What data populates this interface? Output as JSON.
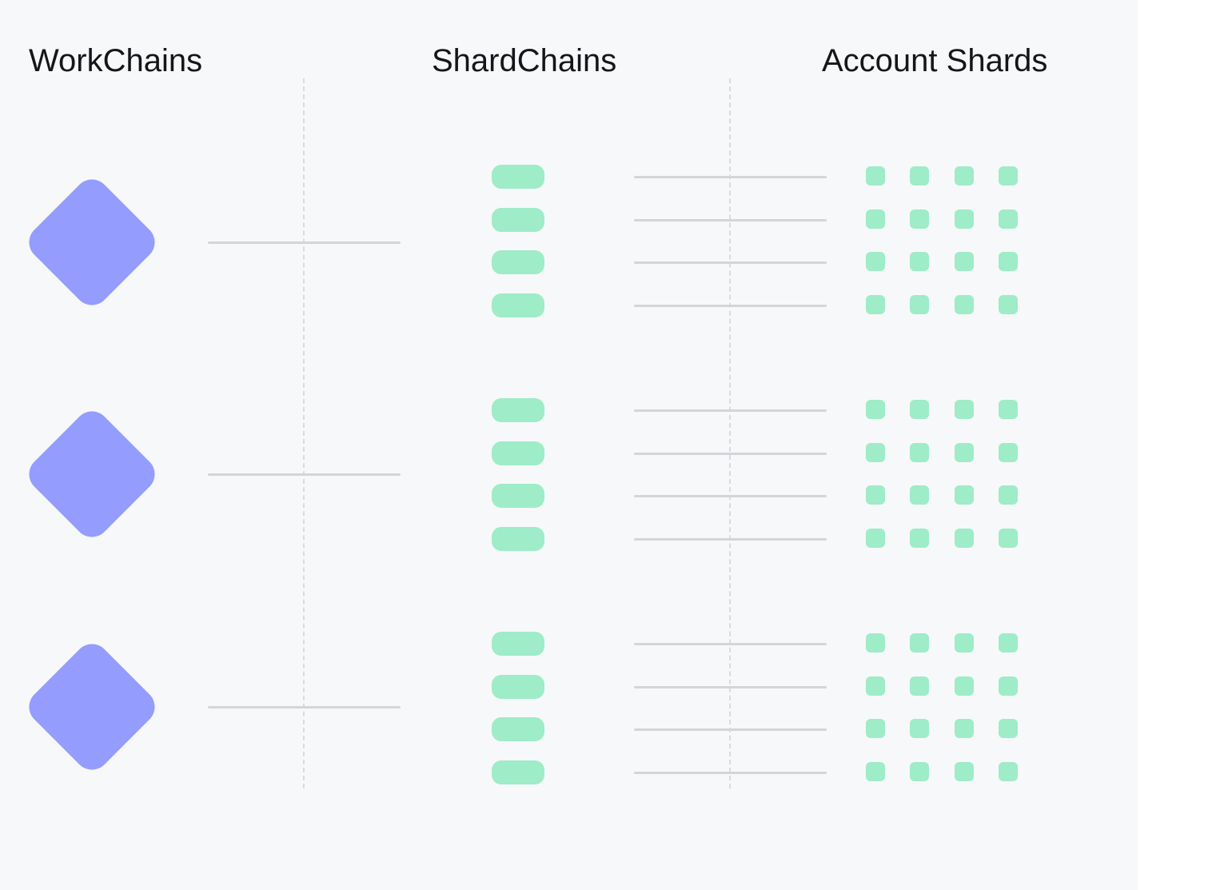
{
  "headings": {
    "workchains": "WorkChains",
    "shardchains": "ShardChains",
    "account_shards": "Account Shards"
  },
  "colors": {
    "background": "#f7f8fa",
    "workchain": "#949dfd",
    "shardchain": "#9eecc8",
    "connector": "#d4d5d8",
    "divider": "#d9dbde",
    "text": "#16161a"
  },
  "structure": {
    "workchains": 3,
    "shardchains_per_workchain": 4,
    "account_shards_per_shardchain": 4
  }
}
